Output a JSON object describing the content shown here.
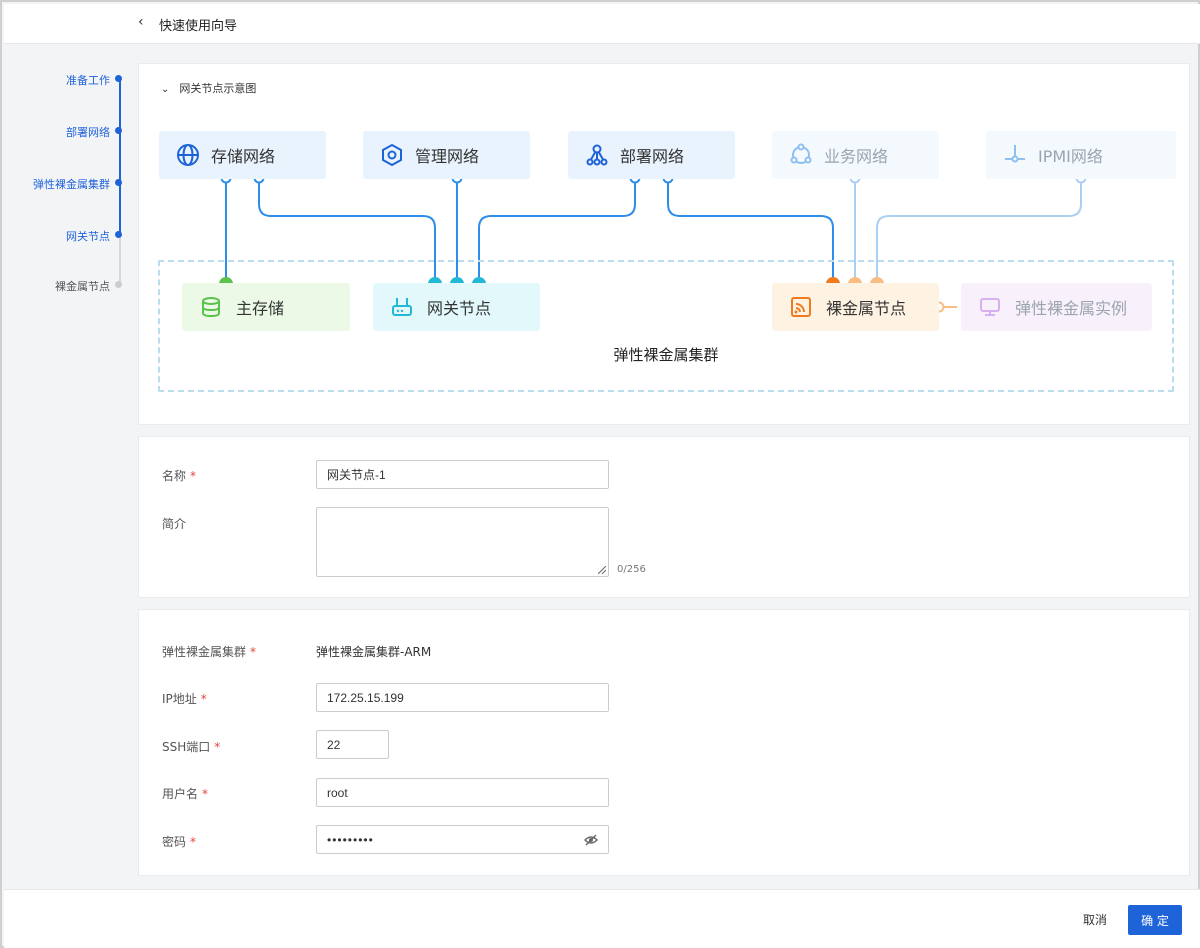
{
  "header": {
    "back_icon": "‹",
    "title": "快速使用向导"
  },
  "steps": [
    {
      "label": "准备工作",
      "state": "done"
    },
    {
      "label": "部署网络",
      "state": "done"
    },
    {
      "label": "弹性裸金属集群",
      "state": "done"
    },
    {
      "label": "网关节点",
      "state": "active"
    },
    {
      "label": "裸金属节点",
      "state": "pending"
    }
  ],
  "diagram": {
    "title": "网关节点示意图",
    "networks": {
      "storage": {
        "label": "存储网络",
        "icon": "globe-icon"
      },
      "management": {
        "label": "管理网络",
        "icon": "hexagon-icon"
      },
      "deploy": {
        "label": "部署网络",
        "icon": "nodes-icon"
      },
      "business": {
        "label": "业务网络",
        "icon": "triangle-cycle-icon"
      },
      "ipmi": {
        "label": "IPMI网络",
        "icon": "antenna-icon"
      }
    },
    "nodes": {
      "storage": {
        "label": "主存储",
        "icon": "database-icon"
      },
      "gateway": {
        "label": "网关节点",
        "icon": "router-icon"
      },
      "baremetal": {
        "label": "裸金属节点",
        "icon": "cast-icon"
      },
      "instance": {
        "label": "弹性裸金属实例",
        "icon": "monitor-icon"
      }
    },
    "cluster_label": "弹性裸金属集群",
    "colors": {
      "blue": "#2d8de8",
      "green": "#5bc24b",
      "cyan": "#22b8d6",
      "orange": "#f07b1f",
      "light_orange": "#f7bd83",
      "light_blue": "#a9cff3"
    }
  },
  "form1": {
    "name_label": "名称",
    "name_value": "网关节点-1",
    "desc_label": "简介",
    "desc_counter": "0/256",
    "required_mark": "*"
  },
  "form2": {
    "cluster_label": "弹性裸金属集群",
    "cluster_value": "弹性裸金属集群-ARM",
    "ip_label": "IP地址",
    "ip_value": "172.25.15.199",
    "ssh_label": "SSH端口",
    "ssh_value": "22",
    "user_label": "用户名",
    "user_value": "root",
    "pwd_label": "密码",
    "pwd_value": "•••••••••",
    "eye_icon": "eye-slash-icon"
  },
  "footer": {
    "cancel_label": "取消",
    "ok_label": "确 定"
  }
}
